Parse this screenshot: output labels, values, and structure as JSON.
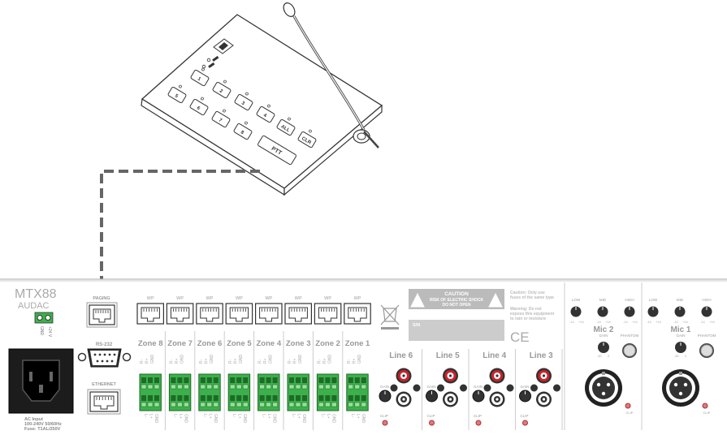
{
  "device": {
    "model": "MTX88",
    "brand": "AUDAC",
    "power_pins": [
      "GND",
      "+24 V"
    ],
    "ac_input": [
      "AC Input",
      "100-240V 50/60Hz",
      "Fuse: T1AL/250V"
    ],
    "paging_label": "PAGING",
    "rs232_label": "RS-232",
    "ethernet_label": "ETHERNET",
    "wp_label": "WP",
    "zones": [
      "Zone 8",
      "Zone 7",
      "Zone 6",
      "Zone 5",
      "Zone 4",
      "Zone 3",
      "Zone 2",
      "Zone 1"
    ],
    "zone_top_pins": [
      "R-",
      "R+",
      "GND"
    ],
    "zone_bottom_pins": [
      "L-",
      "L+",
      "GND"
    ],
    "caution_title": "CAUTION",
    "caution_lines": [
      "RISK OF ELECTRIC SHOCK",
      "DO NOT OPEN"
    ],
    "sn_label": "S/N",
    "caution_fuse": [
      "Caution: Only use",
      "fuses of the same type"
    ],
    "warning": [
      "Warning: Do not",
      "expose this equipment",
      "to rain or moisture"
    ],
    "ce_mark": "CE",
    "lines": [
      "Line 6",
      "Line 5",
      "Line 4",
      "Line 3"
    ],
    "gain_label": "GAIN",
    "clip_label": "CLIP",
    "mics": [
      "Mic 2",
      "Mic 1"
    ],
    "eq_labels": [
      "LOW",
      "MID",
      "HIGH"
    ],
    "eq_range": [
      "-14",
      "+14"
    ],
    "gain_range": [
      "-80",
      "0"
    ],
    "phantom_label": "PHANTOM"
  },
  "console": {
    "keys": [
      "1",
      "2",
      "3",
      "4",
      "5",
      "6",
      "7",
      "8",
      "ALL",
      "CLR",
      "PTT"
    ]
  }
}
